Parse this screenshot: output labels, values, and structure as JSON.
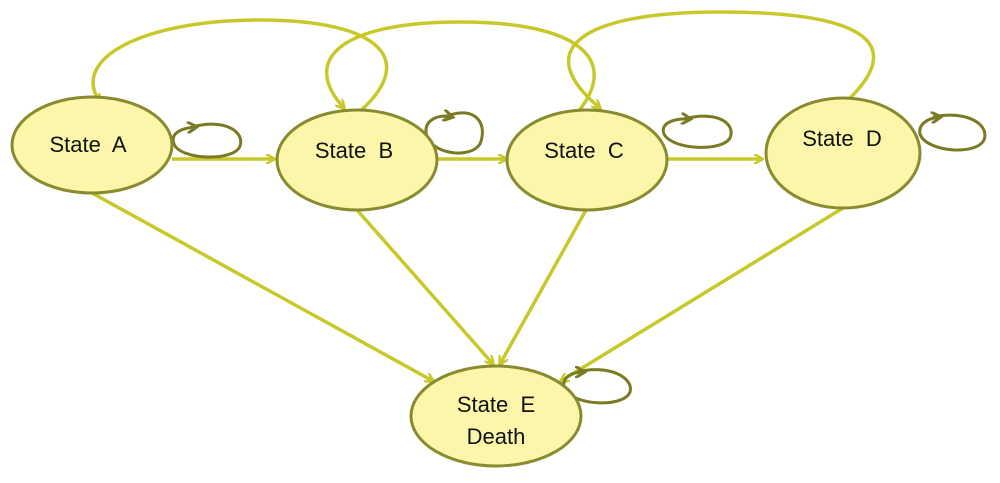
{
  "colors": {
    "node_fill": "#fbf6a9",
    "node_stroke": "#8a8a2e",
    "edge": "#c8c82a",
    "self_loop": "#7a7a24",
    "text": "#111111"
  },
  "states": [
    {
      "id": "A",
      "lines": [
        "State  A"
      ]
    },
    {
      "id": "B",
      "lines": [
        "State  B"
      ]
    },
    {
      "id": "C",
      "lines": [
        "State  C"
      ]
    },
    {
      "id": "D",
      "lines": [
        "State  D"
      ]
    },
    {
      "id": "E",
      "lines": [
        "State  E",
        "Death"
      ]
    }
  ],
  "transitions": [
    {
      "from": "A",
      "to": "A"
    },
    {
      "from": "A",
      "to": "B"
    },
    {
      "from": "A",
      "to": "E"
    },
    {
      "from": "B",
      "to": "A"
    },
    {
      "from": "B",
      "to": "B"
    },
    {
      "from": "B",
      "to": "C"
    },
    {
      "from": "B",
      "to": "E"
    },
    {
      "from": "C",
      "to": "B"
    },
    {
      "from": "C",
      "to": "C"
    },
    {
      "from": "C",
      "to": "D"
    },
    {
      "from": "C",
      "to": "E"
    },
    {
      "from": "D",
      "to": "C"
    },
    {
      "from": "D",
      "to": "D"
    },
    {
      "from": "D",
      "to": "E"
    },
    {
      "from": "E",
      "to": "E"
    }
  ]
}
